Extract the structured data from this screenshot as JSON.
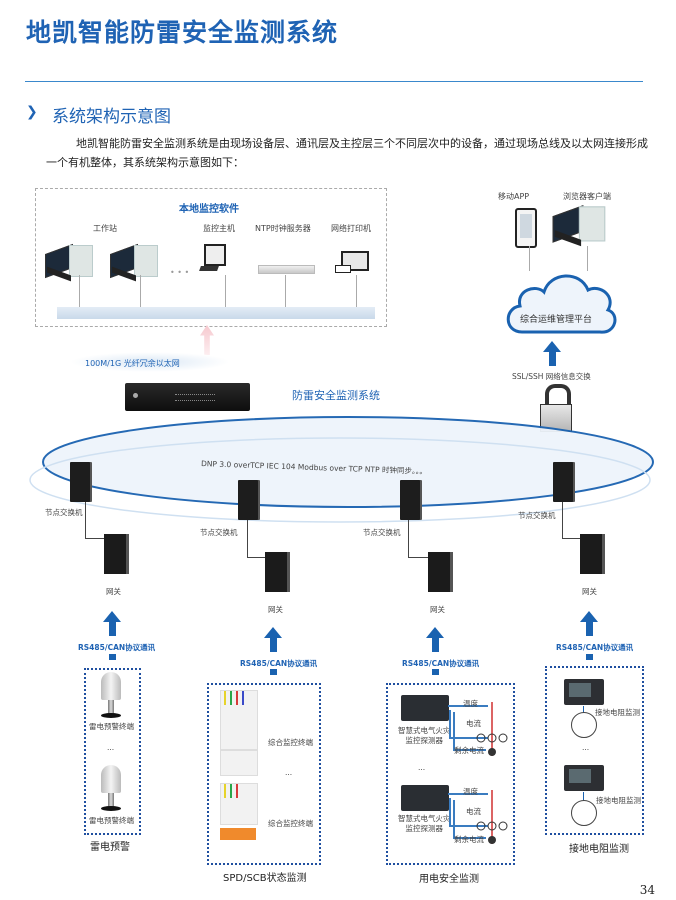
{
  "page": {
    "title": "地凯智能防雷安全监测系统",
    "section_title": "系统架构示意图",
    "section_bullet_icon": "chevron-right-icon",
    "intro_line1": "地凯智能防雷安全监测系统是由现场设备层、通讯层及主控层三个不同层次中的设备，通过现场总线及以太网连接形成",
    "intro_line2": "一个有机整体，其系统架构示意图如下：",
    "page_number": "34",
    "accent_color": "#1f63b4"
  },
  "local": {
    "title": "本地监控软件",
    "devices": [
      {
        "label": "工作站"
      },
      {
        "label": "监控主机"
      },
      {
        "label": "NTP时钟服务器"
      },
      {
        "label": "网络打印机"
      }
    ],
    "ellipsis": "• • •"
  },
  "remote": {
    "mobile_app": "移动APP",
    "browser_client": "浏览器客户端",
    "platform": "综合运维管理平台",
    "ssl_label": "SSL/SSH 网络信息交换"
  },
  "network": {
    "ethernet_label": "100M/1G 光纤冗余以太网",
    "system_label": "防雷安全监测系统",
    "protocols": "DNP 3.0 overTCP   IEC 104   Modbus over TCP   NTP 时钟同步。。。",
    "switch_label": "节点交换机",
    "gateway_label": "网关",
    "rs485_label": "RS485/CAN协议通讯"
  },
  "groups": [
    {
      "title": "雷电预警",
      "items": [
        "雷电预警终端",
        "雷电预警终端"
      ],
      "ellipsis": "..."
    },
    {
      "title": "SPD/SCB状态监测",
      "items": [
        "综合监控终端",
        "综合监控终端"
      ],
      "ellipsis": "..."
    },
    {
      "title": "用电安全监测",
      "items": [
        "智慧式电气火灾\n监控探测器",
        "智慧式电气火灾\n监控探测器"
      ],
      "signals": [
        "温度",
        "电流",
        "剩余电流"
      ],
      "ellipsis": "..."
    },
    {
      "title": "接地电阻监测",
      "items": [
        "接地电阻监测",
        "接地电阻监测"
      ],
      "ellipsis": "..."
    }
  ]
}
